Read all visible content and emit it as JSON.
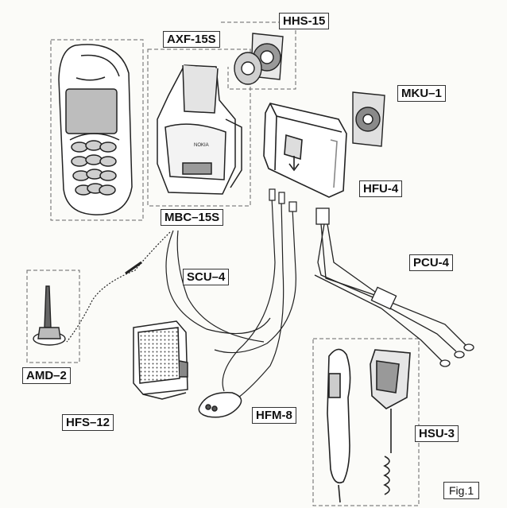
{
  "labels": {
    "hhs": "HHS-15",
    "axf": "AXF-15S",
    "mku": "MKU–1",
    "hfu": "HFU-4",
    "mbc": "MBC–15S",
    "pcu": "PCU-4",
    "scu": "SCU–4",
    "amd": "AMD–2",
    "hfs": "HFS–12",
    "hfm": "HFM-8",
    "hsu": "HSU-3"
  },
  "figure_caption": "Fig.1",
  "holder_logo_text": "NOKIA",
  "colors": {
    "line": "#222222",
    "shade": "#8a8a8a",
    "dash": "#666666"
  }
}
